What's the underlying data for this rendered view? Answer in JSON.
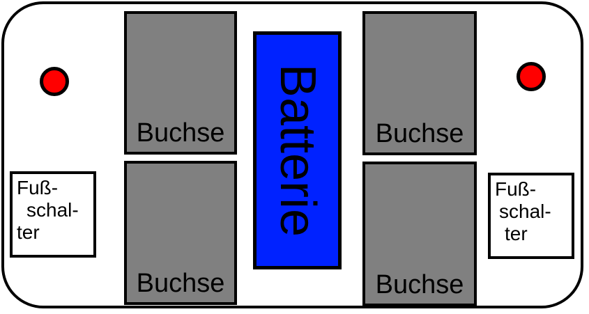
{
  "colors": {
    "board_border": "#000000",
    "socket_fill": "#808080",
    "battery_fill": "#0022ff",
    "led_fill": "#ff0000"
  },
  "sockets": [
    {
      "label": "Buchse"
    },
    {
      "label": "Buchse"
    },
    {
      "label": "Buchse"
    },
    {
      "label": "Buchse"
    }
  ],
  "battery": {
    "label": "Batterie"
  },
  "foot_switches": [
    {
      "lines": [
        "Fuß-",
        "schal-",
        "ter"
      ]
    },
    {
      "lines": [
        "Fuß-",
        "schal-",
        "ter"
      ]
    }
  ],
  "leds": [
    {
      "name": "left-led"
    },
    {
      "name": "right-led"
    }
  ]
}
